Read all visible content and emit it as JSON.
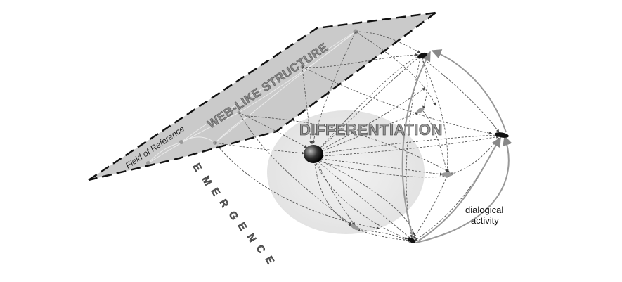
{
  "labels": {
    "field_of_reference": "Field of Reference",
    "web_like_structure": "WEB-LIKE STRUCTURE",
    "differentiation": "DIFFERENTIATION",
    "emergence_letters": [
      "E",
      "M",
      "E",
      "R",
      "G",
      "E",
      "N",
      "C",
      "E"
    ],
    "dialogical_line1": "dialogical",
    "dialogical_line2": "activity"
  },
  "colors": {
    "plane_fill": "#c8c8c8",
    "cloud_fill": "#e6e6e6",
    "center_node": "#222222",
    "arrow": "#444444"
  }
}
